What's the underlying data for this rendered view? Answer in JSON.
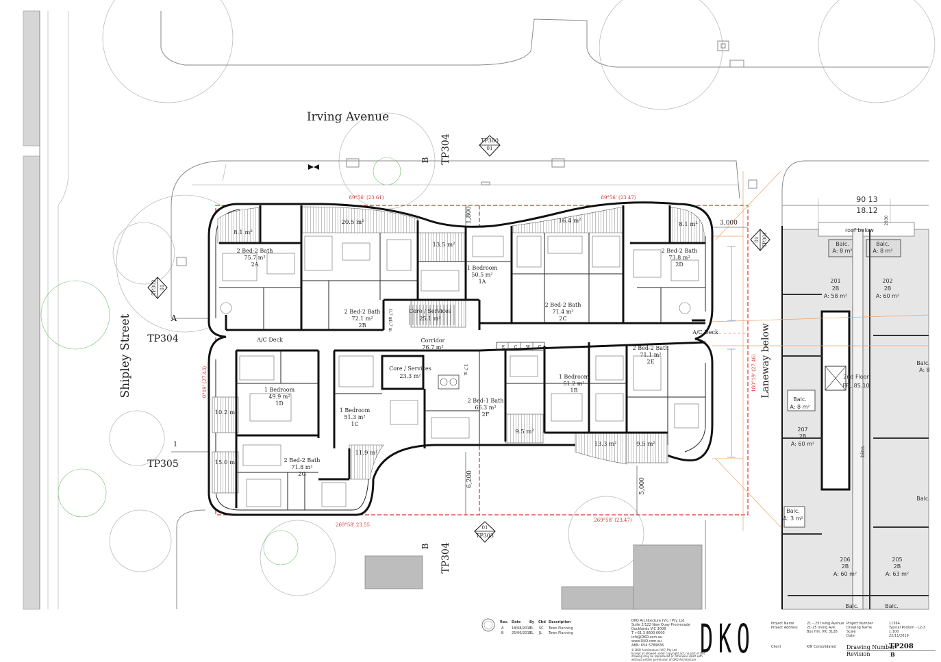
{
  "streets": {
    "irving": "Irving Avenue",
    "shipley": "Shipley Street",
    "laneway": "Laneway below"
  },
  "sections": {
    "tp304": "TP304",
    "tp305": "TP305",
    "tp300": "TP300",
    "tp301": "TP301",
    "tp302": "TP302",
    "tp303": "TP303",
    "num01": "01",
    "b": "B",
    "a": "A",
    "one": "1"
  },
  "bearings": {
    "top_left": "89°56' (23.61)",
    "top_right": "89°56' (23.47)",
    "bottom_left": "269°58' 23.55",
    "bottom_right": "269°58' (23.47)",
    "left": "0°19' (27.43)",
    "right": "180°19' (27.46)"
  },
  "dimensions": {
    "d1800": "1,800",
    "d3000": "3,000",
    "d6200": "6,200",
    "d5000": "5,000",
    "d9013": "90 13",
    "d1812": "18.12",
    "d2830": "2830"
  },
  "rooms": {
    "bal_8_1_left": "8.1 m²",
    "bal_20_5": "20.5 m²",
    "bal_13_5": "13.5 m²",
    "bal_16_4": "16.4 m²",
    "bal_8_1_right": "8.1 m²",
    "bal_10_2": "10.2 m²",
    "bal_15_0": "15.0 m²",
    "bal_11_9": "11.9 m²",
    "bal_9_5_a": "9.5 m²",
    "bal_13_3": "13.3 m²",
    "bal_9_5_b": "9.5 m²",
    "u2a": [
      "2 Bed-2 Bath",
      "75.7 m²",
      "2A"
    ],
    "u2b": [
      "2 Bed-2 Bath",
      "72.1 m²",
      "2B"
    ],
    "u1a": [
      "1 Bedroom",
      "50.5 m²",
      "1A"
    ],
    "u2c": [
      "2 Bed-2 Bath",
      "71.4 m²",
      "2C"
    ],
    "u2d": [
      "2 Bed-2 Bath",
      "73.8 m²",
      "2D"
    ],
    "u1d": [
      "1 Bedroom",
      "49.9 m²",
      "1D"
    ],
    "u1c": [
      "1 Bedroom",
      "51.3 m²",
      "1C"
    ],
    "u2f": [
      "2 Bed-1 Bath",
      "66.3 m²",
      "2F"
    ],
    "u1b": [
      "1 Bedroom",
      "51.2 m²",
      "1B"
    ],
    "u2e": [
      "2 Bed-2 Bath",
      "71.1 m²",
      "2E"
    ],
    "u2g": [
      "2 Bed-2 Bath",
      "71.8 m²",
      "2G"
    ],
    "core1": [
      "Core / Services",
      "25.1 m²"
    ],
    "core2": [
      "Core / Services",
      "23.3 m²"
    ],
    "corridor": [
      "Corridor",
      "76.7 m²"
    ],
    "ac_left": "A/C Deck",
    "ac_right": "A/C Deck",
    "ecwg": [
      "E",
      "C",
      "W",
      "G"
    ],
    "small1": "0.7 m",
    "small2": "0.7 m",
    "small3": "1.7 m"
  },
  "neighbour": {
    "roof": "roof below",
    "balc": "Balc.",
    "a8": "A: 8 m²",
    "a3": "A: 3 m²",
    "u201": [
      "201",
      "2B",
      "A: 58 m²"
    ],
    "u202": [
      "202",
      "2B",
      "A: 60 m²"
    ],
    "u207": [
      "207",
      "2B",
      "A: 60 m²"
    ],
    "u206": [
      "206",
      "2B",
      "A: 60 m²"
    ],
    "u205": [
      "205",
      "2B",
      "A: 63 m²"
    ],
    "floor": [
      "2nd Floor",
      "FFL 85.10"
    ],
    "bins": "bins",
    "partial_a8": "A: 8"
  },
  "titleblock": {
    "rev_headers": [
      "Rev.",
      "Date",
      "By",
      "Chd",
      "Description"
    ],
    "rev_rows": [
      [
        "A",
        "18/08/2017",
        "EL",
        "SC",
        "Town Planning"
      ],
      [
        "B",
        "25/06/2017",
        "EL",
        "JL",
        "Town Planning"
      ]
    ],
    "firm": [
      "DKO Architecture (Vic.) Pty. Ltd",
      "Suite 2/122 New Quay Promenade",
      "Docklands VIC 3008",
      "T +61 3 8600 6000",
      "info@DKO.com.au",
      "www.DKO.com.au",
      "ABN: 654 5789836"
    ],
    "copyright": [
      "© DKO Architecture (VIC) Pty Ltd",
      "Except as allowed under copyright act, no part of this",
      "drawing may be reproduced or otherwise dealt with",
      "without written permission of DKO Architecture"
    ],
    "logo": "DKO",
    "project_labels": [
      "Project Name",
      "Project Address"
    ],
    "project_values": [
      "21 – 25 Irving Avenue",
      "21-25 Irving Ave,",
      "Box Hill, VIC 3128"
    ],
    "client_label": "Client",
    "client_value": "KIN Consolidated",
    "meta_labels": [
      "Project Number",
      "Drawing Name",
      "Scale",
      "Date"
    ],
    "meta_values": [
      "11564",
      "Typical Podium - L2-3",
      "1:100",
      "22/11/2019"
    ],
    "drawing_number_label": "Drawing Number",
    "drawing_number": "TP208",
    "revision_label": "Revision",
    "revision": "B"
  }
}
